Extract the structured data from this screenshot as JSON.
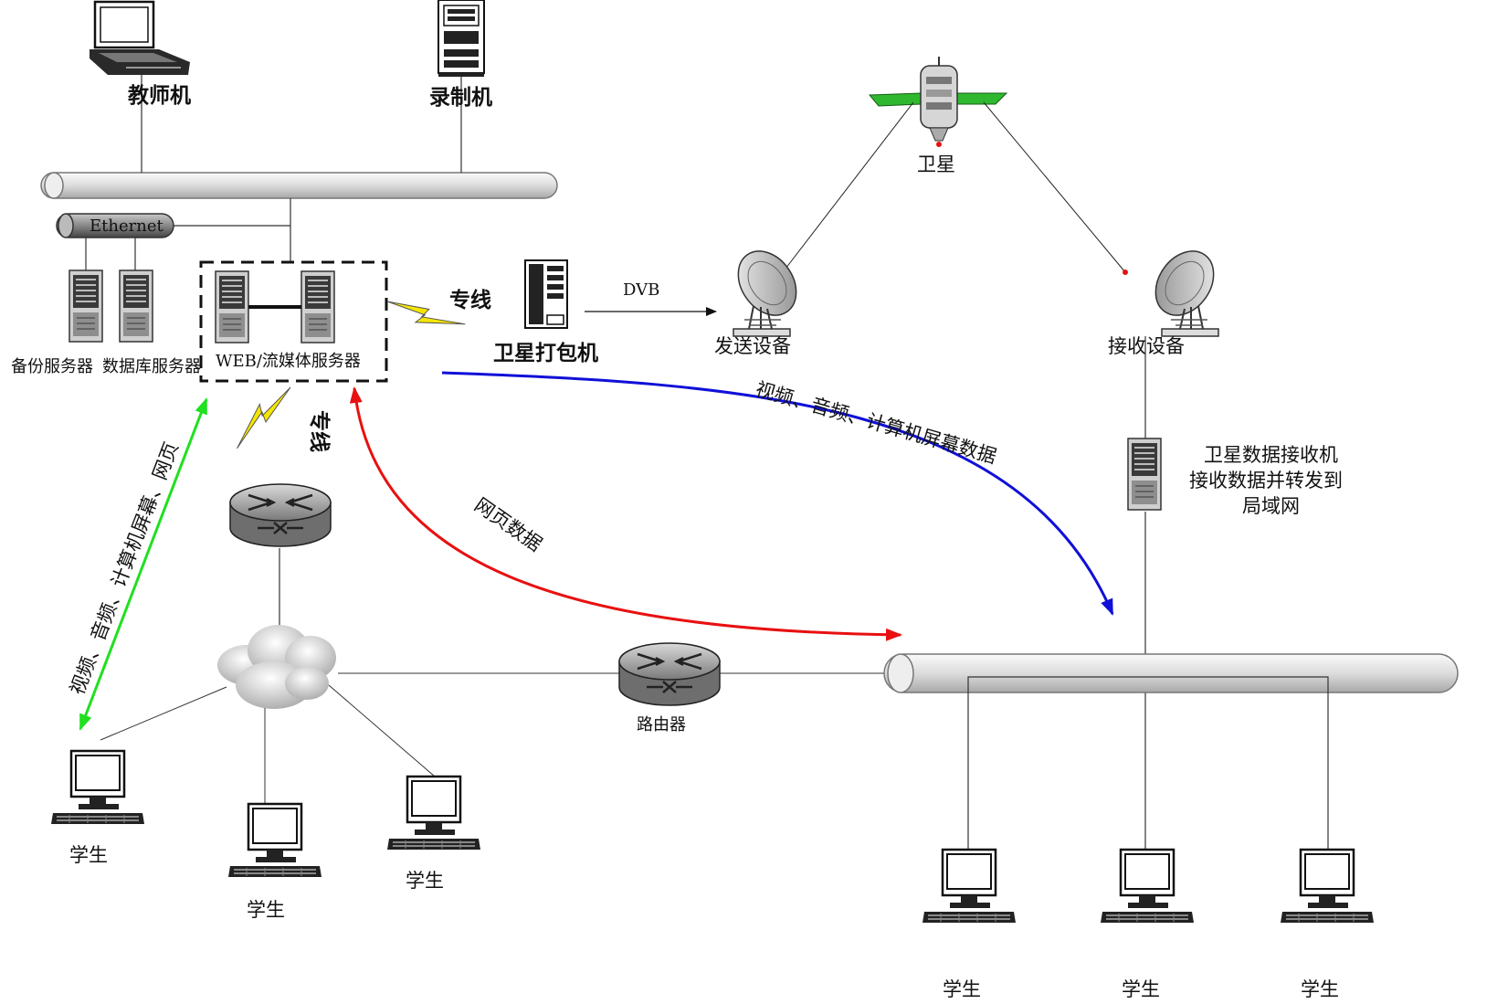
{
  "labels": {
    "teacher": "教师机",
    "recorder": "录制机",
    "backup_server": "备份服务器",
    "db_server": "数据库服务器",
    "web_server": "WEB/流媒体服务器",
    "ethernet": "Ethernet",
    "leased_line_1": "专线",
    "leased_line_2": "专线",
    "sat_packer": "卫星打包机",
    "dvb": "DVB",
    "send_equipment": "发送设备",
    "satellite": "卫星",
    "receive_equipment": "接收设备",
    "sat_receiver_line1": "卫星数据接收机",
    "sat_receiver_line2": "接收数据并转发到",
    "sat_receiver_line3": "局域网",
    "router": "路由器",
    "blue_flow": "视频、音频、计算机屏幕数据",
    "red_flow": "网页数据",
    "green_flow": "视频、音频、计算机屏幕、网页",
    "student_1": "学生",
    "student_2": "学生",
    "student_3": "学生",
    "student_4": "学生",
    "student_5": "学生",
    "student_6": "学生"
  },
  "colors": {
    "blue_flow": "#1010d8",
    "red_flow": "#e81010",
    "green_flow": "#20e020",
    "lightning": "#f5e600",
    "satellite_panel": "#2fb82f"
  }
}
